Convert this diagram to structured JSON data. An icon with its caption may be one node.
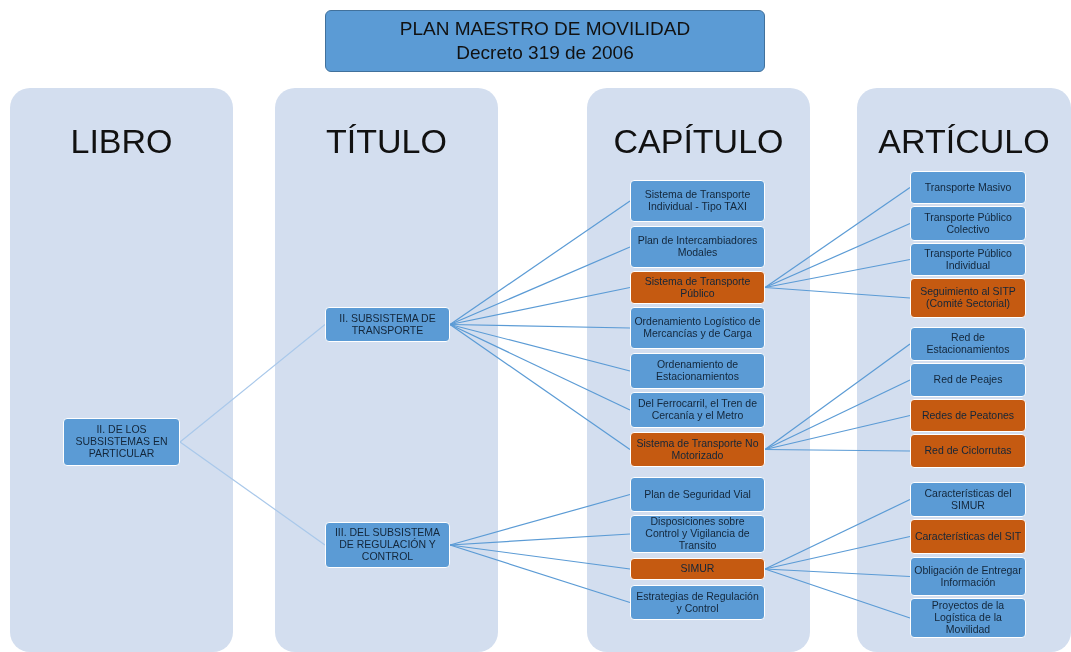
{
  "diagram": {
    "nodes": [
      {
        "text": [
          "PLAN MAESTRO DE MOVILIDAD",
          "Decreto 319 de 2006"
        ]
      },
      {
        "text": [
          "LIBRO"
        ]
      },
      {
        "text": [
          "TÍTULO"
        ]
      },
      {
        "text": [
          "CAPÍTULO"
        ]
      },
      {
        "text": [
          "ARTÍCULO"
        ]
      },
      {
        "text": [
          "II. DE LOS SUBSISTEMAS EN PARTICULAR"
        ],
        "in": 1
      },
      {
        "text": [
          "II. SUBSISTEMA DE TRANSPORTE"
        ],
        "in": 2
      },
      {
        "text": [
          "III. DEL SUBSISTEMA DE REGULACIÓN Y CONTROL"
        ],
        "in": 2
      },
      {
        "text": [
          "Sistema de Transporte Individual  - Tipo TAXI"
        ],
        "in": 3
      },
      {
        "text": [
          "Plan de Intercambiadores Modales"
        ],
        "in": 3
      },
      {
        "text": [
          "Sistema de Transporte Público"
        ],
        "in": 3
      },
      {
        "text": [
          "Ordenamiento Logístico de Mercancías y de Carga"
        ],
        "in": 3
      },
      {
        "text": [
          "Ordenamiento de Estacionamientos"
        ],
        "in": 3
      },
      {
        "text": [
          "Del Ferrocarril, el Tren de Cercanía y el Metro"
        ],
        "in": 3
      },
      {
        "text": [
          "Sistema de Transporte No Motorizado"
        ],
        "in": 3
      },
      {
        "text": [
          "Plan de Seguridad Vial"
        ],
        "in": 3
      },
      {
        "text": [
          "Disposiciones sobre Control y Vigilancia de Transito"
        ],
        "in": 3
      },
      {
        "text": [
          "SIMUR"
        ],
        "in": 3
      },
      {
        "text": [
          "Estrategias de Regulación y Control"
        ],
        "in": 3
      },
      {
        "text": [
          "Transporte Masivo"
        ],
        "in": 4
      },
      {
        "text": [
          "Transporte  Público Colectivo"
        ],
        "in": 4
      },
      {
        "text": [
          "Transporte Público Individual"
        ],
        "in": 4
      },
      {
        "text": [
          "Seguimiento al SITP (Comité Sectorial)"
        ],
        "in": 4
      },
      {
        "text": [
          "Red de Estacionamientos"
        ],
        "in": 4
      },
      {
        "text": [
          "Red de Peajes"
        ],
        "in": 4
      },
      {
        "text": [
          "Redes de Peatones"
        ],
        "in": 4
      },
      {
        "text": [
          "Red de Ciclorrutas"
        ],
        "in": 4
      },
      {
        "text": [
          "Características del SIMUR"
        ],
        "in": 4
      },
      {
        "text": [
          "Características del SIT"
        ],
        "in": 4
      },
      {
        "text": [
          "Obligación de Entregar Información"
        ],
        "in": 4
      },
      {
        "text": [
          "Proyectos de la Logística de la Movilidad"
        ],
        "in": 4
      }
    ],
    "edges": [
      {
        "from": 5,
        "to": 6,
        "arrow": "none",
        "color": "#a9c8ea"
      },
      {
        "from": 5,
        "to": 7,
        "arrow": "none",
        "color": "#a9c8ea"
      },
      {
        "from": 6,
        "to": 8,
        "arrow": "none"
      },
      {
        "from": 6,
        "to": 9,
        "arrow": "none"
      },
      {
        "from": 6,
        "to": 10,
        "arrow": "none"
      },
      {
        "from": 6,
        "to": 11,
        "arrow": "none"
      },
      {
        "from": 6,
        "to": 12,
        "arrow": "none"
      },
      {
        "from": 6,
        "to": 13,
        "arrow": "none"
      },
      {
        "from": 6,
        "to": 14,
        "arrow": "none"
      },
      {
        "from": 7,
        "to": 15,
        "arrow": "none"
      },
      {
        "from": 7,
        "to": 16,
        "arrow": "none"
      },
      {
        "from": 7,
        "to": 17,
        "arrow": "none"
      },
      {
        "from": 7,
        "to": 18,
        "arrow": "none"
      },
      {
        "from": 10,
        "to": 19,
        "arrow": "none"
      },
      {
        "from": 10,
        "to": 20,
        "arrow": "none"
      },
      {
        "from": 10,
        "to": 21,
        "arrow": "none"
      },
      {
        "from": 10,
        "to": 22,
        "arrow": "none"
      },
      {
        "from": 14,
        "to": 23,
        "arrow": "none"
      },
      {
        "from": 14,
        "to": 24,
        "arrow": "none"
      },
      {
        "from": 14,
        "to": 25,
        "arrow": "none"
      },
      {
        "from": 14,
        "to": 26,
        "arrow": "none"
      },
      {
        "from": 17,
        "to": 27,
        "arrow": "none"
      },
      {
        "from": 17,
        "to": 28,
        "arrow": "none"
      },
      {
        "from": 17,
        "to": 29,
        "arrow": "none"
      },
      {
        "from": 17,
        "to": 30,
        "arrow": "none"
      }
    ]
  }
}
